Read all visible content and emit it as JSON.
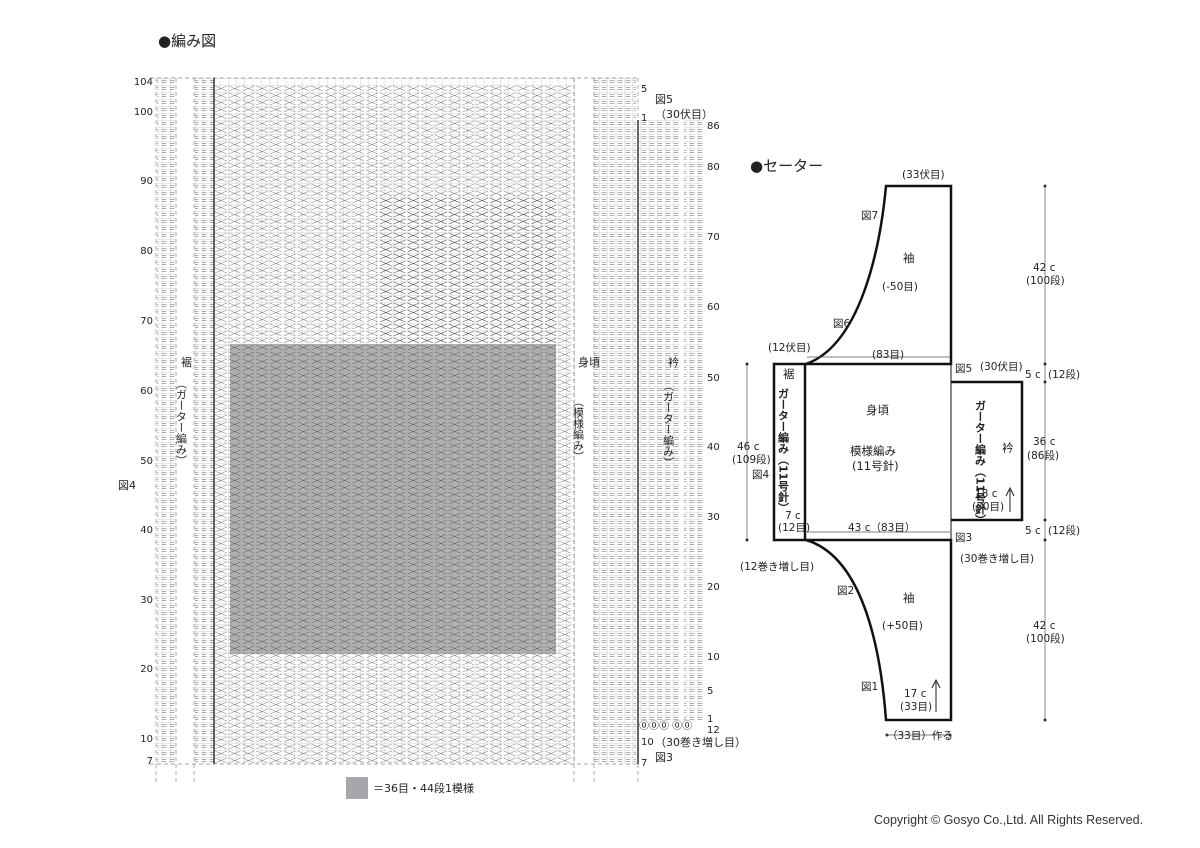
{
  "chart": {
    "title": "●編み図",
    "row_ticks_left": [
      "104",
      "100",
      "90",
      "80",
      "70",
      "60",
      "50",
      "40",
      "30",
      "20",
      "10",
      "7"
    ],
    "row_ticks_body": [
      "5",
      "1",
      "86",
      "80",
      "70",
      "60",
      "50",
      "40",
      "30",
      "20",
      "10",
      "5",
      "1",
      "12",
      "10",
      "7"
    ],
    "labels": {
      "hem": "裾",
      "hem_sub": "（ガーター編み）",
      "body": "身頃",
      "body_sub": "（模様編み）",
      "collar": "衿",
      "collar_sub": "（ガーター編み）",
      "fig4": "図4",
      "fig5": "図5",
      "fig3": "図3",
      "bind_off": "（30伏目）",
      "cast_on": "（30巻き増し目）",
      "loops": "⓪⓪⓪  ⓪⓪"
    },
    "legend": "＝36目・44段1模様"
  },
  "schematic": {
    "title": "●セーター",
    "sleeve": "袖",
    "dec": "(-50目)",
    "inc": "(+50目)",
    "body": "身頃",
    "pattern": "模様編み",
    "needle": "(11号針)",
    "hem": "裾",
    "hem_vert": "ガーター編み（11号針）",
    "collar": "衿",
    "collar_vert": "ガーター編み（11号針）",
    "fig1": "図1",
    "fig2": "図2",
    "fig3": "図3",
    "fig4": "図4",
    "fig5": "図5",
    "fig6": "図6",
    "fig7": "図7",
    "top_bo": "(33伏目)",
    "hem_bo": "(12伏目)",
    "sts83": "(83目)",
    "collar_bo": "(30伏目)",
    "c43": "43 c（83目）",
    "c7": "7 c",
    "st12": "(12目)",
    "c46": "46 c",
    "r109": "(109段)",
    "c42": "42 c",
    "r100": "(100段)",
    "c5": "5 c",
    "r12": "(12段)",
    "c36": "36 c",
    "r86": "(86段)",
    "c18": "18 c",
    "st30": "(30目)",
    "c17": "17 c",
    "st33": "(33目)",
    "hem_co": "(12巻き増し目)",
    "collar_co": "(30巻き増し目)",
    "start": "（33目）作る"
  },
  "copyright": "Copyright © Gosyo Co.,Ltd. All Rights Reserved."
}
